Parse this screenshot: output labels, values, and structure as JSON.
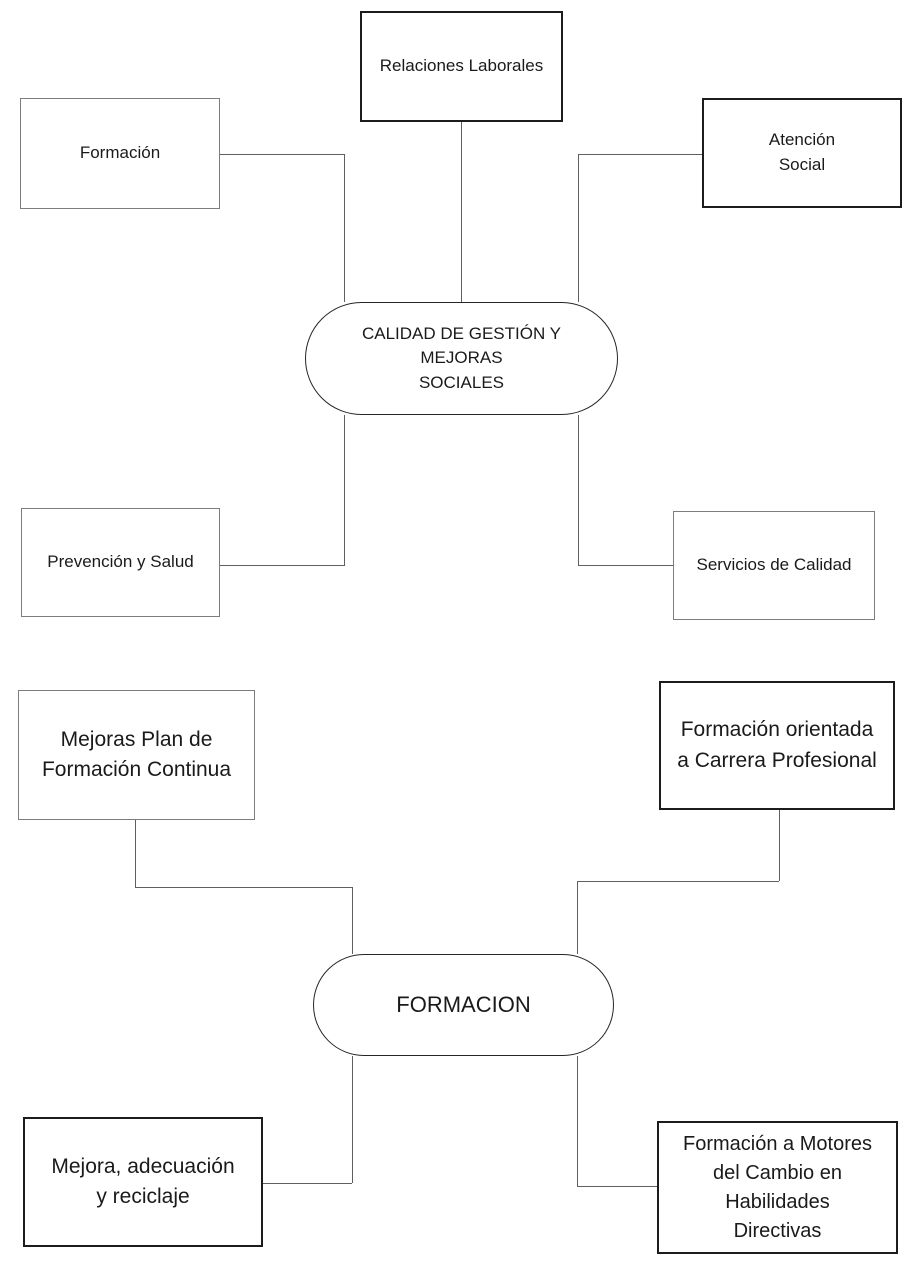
{
  "diagram_top": {
    "center_label": "CALIDAD DE GESTIÓN Y\nMEJORAS\nSOCIALES",
    "nodes": {
      "relaciones": {
        "label": "Relaciones Laborales"
      },
      "formacion": {
        "label": "Formación"
      },
      "atencion": {
        "label": "Atención\nSocial"
      },
      "prevencion": {
        "label": "Prevención y Salud"
      },
      "servicios": {
        "label": "Servicios de Calidad"
      }
    },
    "edges": [
      {
        "from": "Relaciones Laborales",
        "to": "CALIDAD DE GESTIÓN Y MEJORAS SOCIALES"
      },
      {
        "from": "Formación",
        "to": "CALIDAD DE GESTIÓN Y MEJORAS SOCIALES"
      },
      {
        "from": "Atención Social",
        "to": "CALIDAD DE GESTIÓN Y MEJORAS SOCIALES"
      },
      {
        "from": "Prevención y Salud",
        "to": "CALIDAD DE GESTIÓN Y MEJORAS SOCIALES"
      },
      {
        "from": "Servicios de Calidad",
        "to": "CALIDAD DE GESTIÓN Y MEJORAS SOCIALES"
      }
    ]
  },
  "diagram_bottom": {
    "center_label": "FORMACION",
    "nodes": {
      "mejoras_plan": {
        "label": "Mejoras Plan de\nFormación Continua"
      },
      "orientada": {
        "label": "Formación orientada\na Carrera Profesional"
      },
      "adecuacion": {
        "label": "Mejora, adecuación\ny reciclaje"
      },
      "motores": {
        "label": "Formación a Motores\ndel Cambio en\nHabilidades\nDirectivas"
      }
    },
    "edges": [
      {
        "from": "Mejoras Plan de Formación Continua",
        "to": "FORMACION"
      },
      {
        "from": "Formación orientada a Carrera Profesional",
        "to": "FORMACION"
      },
      {
        "from": "Mejora, adecuación y reciclaje",
        "to": "FORMACION"
      },
      {
        "from": "Formación a Motores del Cambio en Habilidades Directivas",
        "to": "FORMACION"
      }
    ]
  },
  "colors": {
    "background": "#ffffff",
    "text": "#1a1a1a",
    "connector": "#5f5f5f",
    "border_dark": "#1c1c1c",
    "border_gray": "#7d7d7d"
  }
}
